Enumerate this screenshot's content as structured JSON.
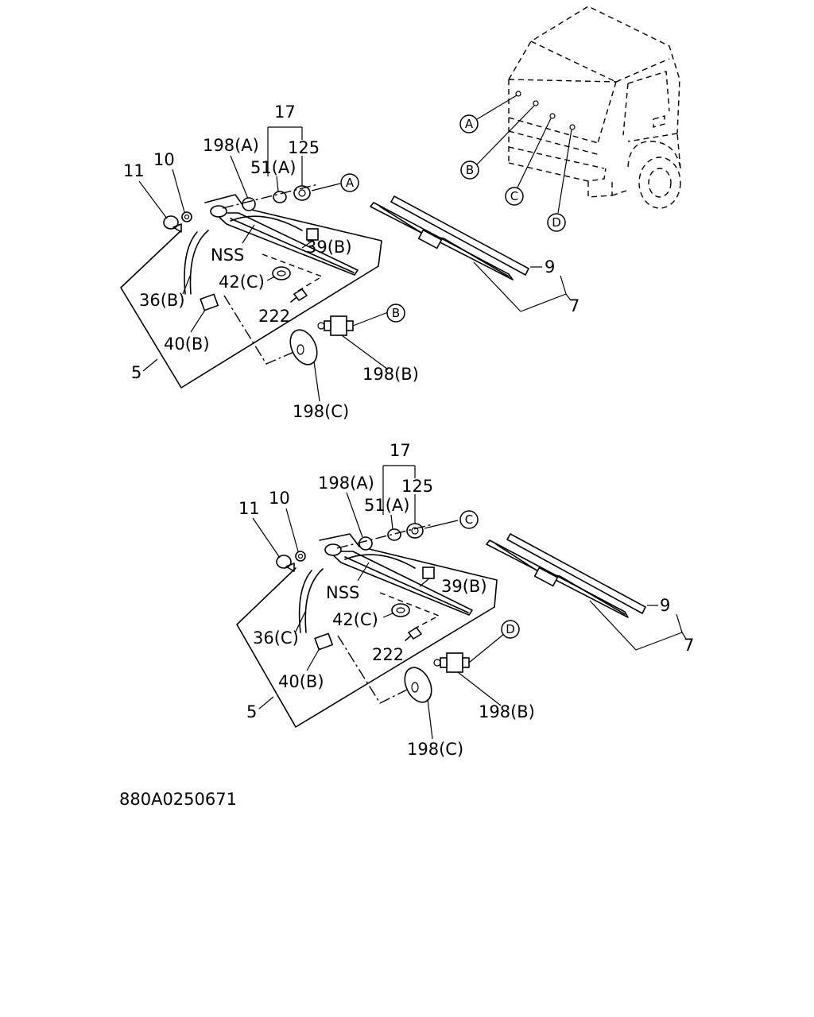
{
  "truck_markers": [
    "A",
    "B",
    "C",
    "D"
  ],
  "upper": {
    "callouts": {
      "p11": "11",
      "p10": "10",
      "p198a": "198(A)",
      "p17": "17",
      "p125": "125",
      "p51a": "51(A)",
      "nss": "NSS",
      "p39b": "39(B)",
      "p42c": "42(C)",
      "p36b": "36(B)",
      "p222": "222",
      "p40b": "40(B)",
      "p5": "5",
      "p198b": "198(B)",
      "p198c": "198(C)",
      "p9": "9",
      "p7": "7"
    },
    "ref_top": "A",
    "ref_pump": "B"
  },
  "lower": {
    "callouts": {
      "p11": "11",
      "p10": "10",
      "p198a": "198(A)",
      "p17": "17",
      "p125": "125",
      "p51a": "51(A)",
      "nss": "NSS",
      "p39b": "39(B)",
      "p42c": "42(C)",
      "p36c": "36(C)",
      "p222": "222",
      "p40b": "40(B)",
      "p5": "5",
      "p198b": "198(B)",
      "p198c": "198(C)",
      "p9": "9",
      "p7": "7"
    },
    "ref_top": "C",
    "ref_pump": "D"
  },
  "drawing_number": "880A0250671"
}
